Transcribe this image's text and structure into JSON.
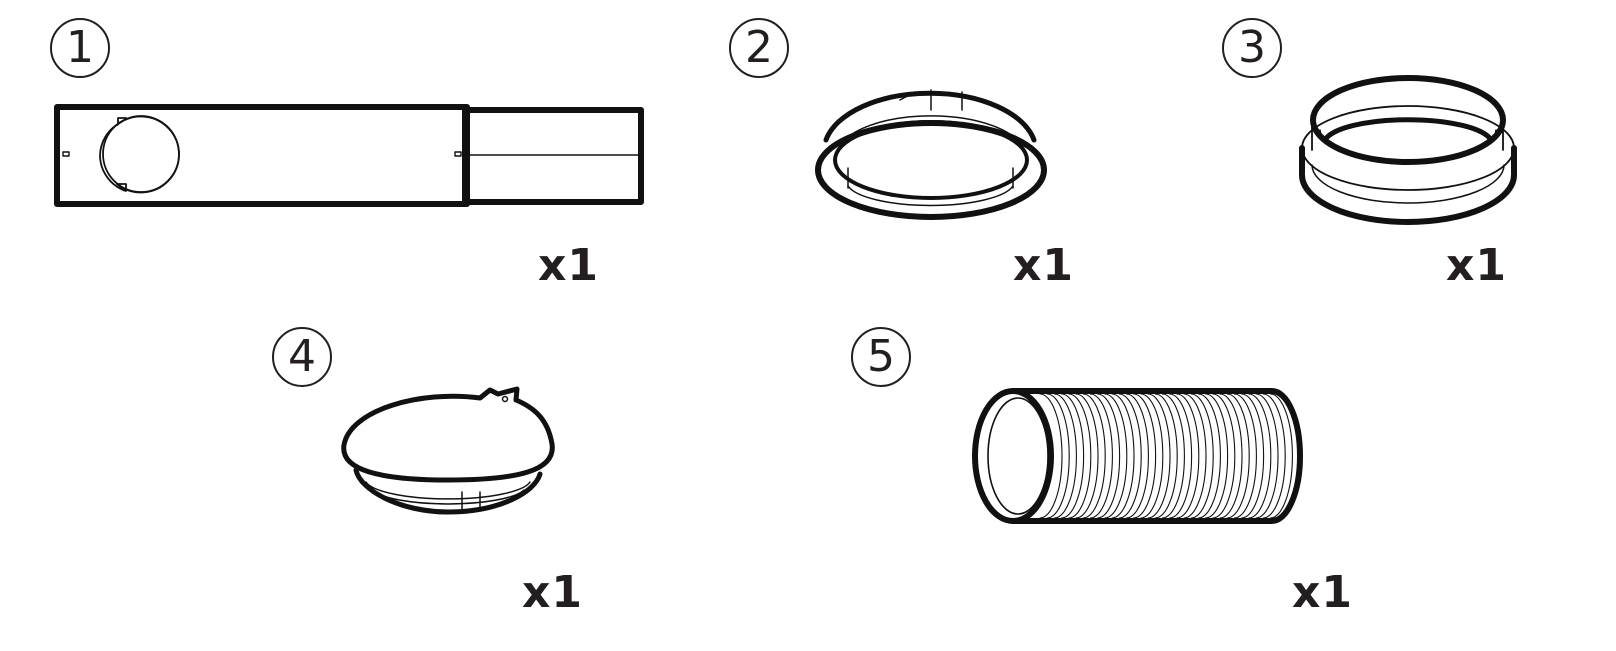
{
  "parts": [
    {
      "number": "1",
      "illustration": "window-slider-panel",
      "quantity": "x1"
    },
    {
      "number": "2",
      "illustration": "window-adapter-ring",
      "quantity": "x1"
    },
    {
      "number": "3",
      "illustration": "hose-connector-ring",
      "quantity": "x1"
    },
    {
      "number": "4",
      "illustration": "port-cover-cap",
      "quantity": "x1"
    },
    {
      "number": "5",
      "illustration": "exhaust-hose",
      "quantity": "x1"
    }
  ],
  "colors": {
    "line": "#111111",
    "text": "#231f20",
    "background": "#ffffff"
  }
}
